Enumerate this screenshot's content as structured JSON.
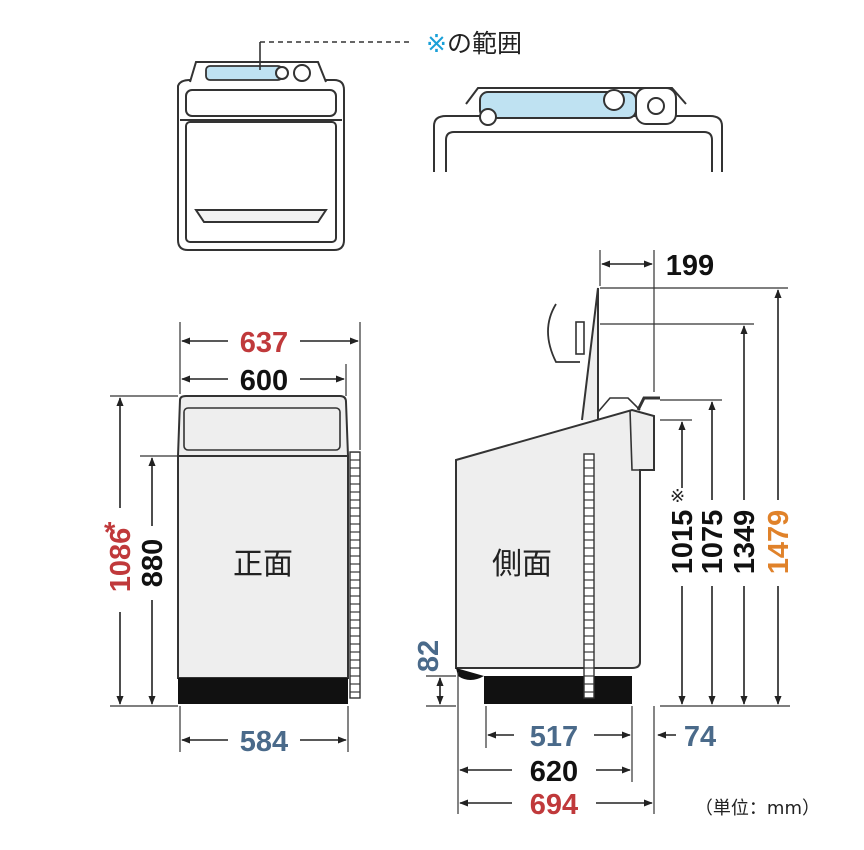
{
  "callout": {
    "mark": "※",
    "text": "の範囲"
  },
  "front": {
    "label": "正面",
    "width_outer": "637",
    "width_body": "600",
    "width_base": "584",
    "height_lid": "1086",
    "height_lid_mark": "*",
    "height_body": "880"
  },
  "side": {
    "label": "側面",
    "lid_offset": "199",
    "clearance": "82",
    "depth_base": "517",
    "depth_body": "620",
    "depth_total": "694",
    "hose": "74",
    "h1015": "1015",
    "h1015_mark": "※",
    "h1075": "1075",
    "h1349": "1349",
    "h1479": "1479"
  },
  "unit_note": "（単位：mm）",
  "colors": {
    "red": "#c0393b",
    "blue": "#4a6a8a",
    "orange": "#e0822a",
    "black": "#111111",
    "cyan": "#1aa0d8",
    "panel": "#bfe2f2",
    "body_fill": "#eeeeee"
  }
}
